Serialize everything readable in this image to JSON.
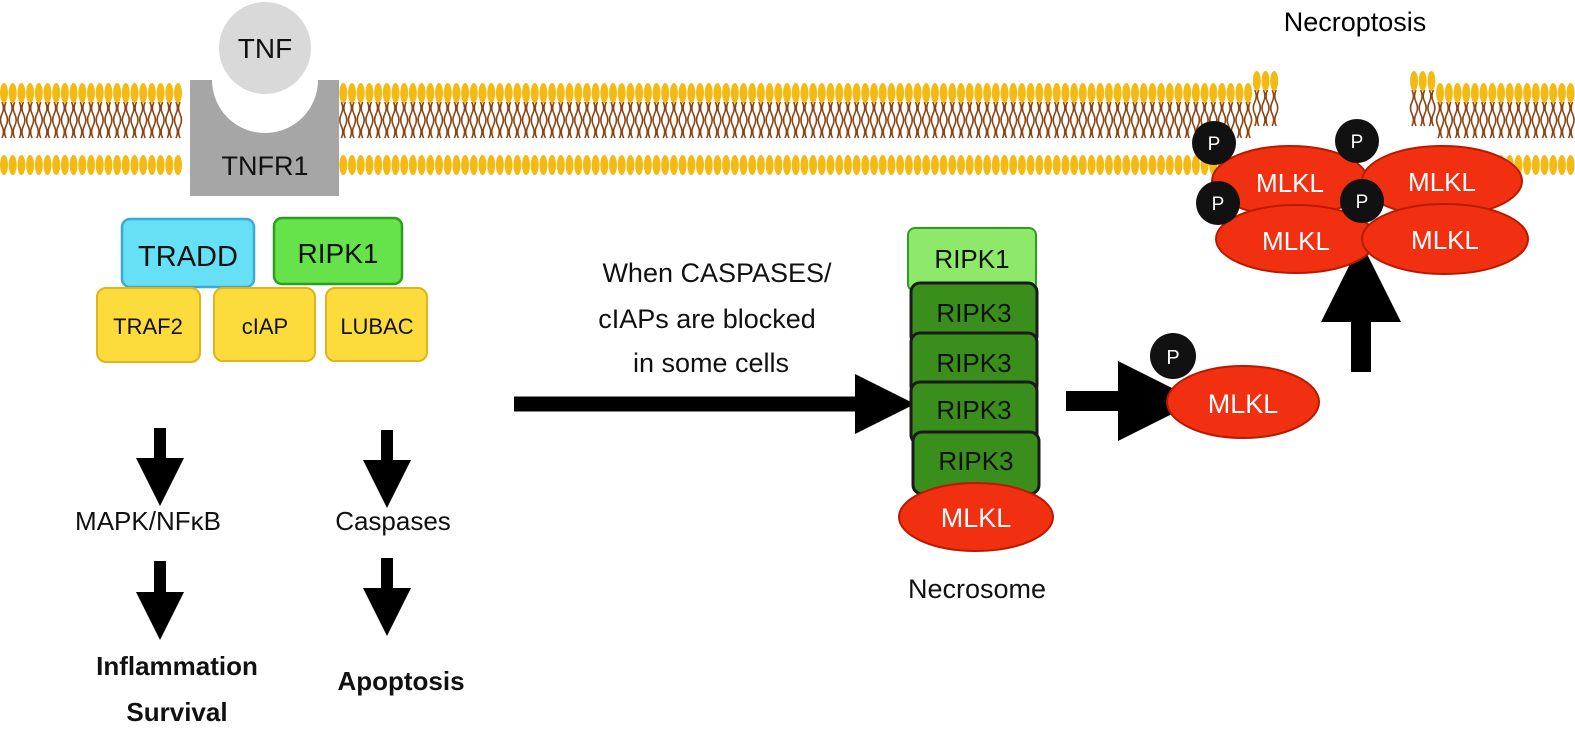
{
  "title": "Necroptosis",
  "receptor": {
    "ligand": "TNF",
    "receptor": "TNFR1"
  },
  "complex1": {
    "top": [
      "TRADD",
      "RIPK1"
    ],
    "bottom": [
      "TRAF2",
      "cIAP",
      "LUBAC"
    ]
  },
  "pathways": {
    "left": {
      "step": "MAPK/NFκB",
      "outcome_line1": "Inflammation",
      "outcome_line2": "Survival"
    },
    "right": {
      "step": "Caspases",
      "outcome": "Apoptosis"
    }
  },
  "condition": [
    "When CASPASES/",
    "cIAPs are blocked",
    "in some cells"
  ],
  "necrosome": {
    "label": "Necrosome",
    "ripk1": "RIPK1",
    "ripk3": [
      "RIPK3",
      "RIPK3",
      "RIPK3",
      "RIPK3"
    ],
    "mlkl": "MLKL"
  },
  "phospho": {
    "symbol": "P",
    "mlkl": "MLKL"
  },
  "oligomer": [
    "MLKL",
    "MLKL",
    "MLKL",
    "MLKL"
  ],
  "colors": {
    "membrane_head": "#f5b914",
    "membrane_tail": "#8b4513",
    "tnf": "#d9d9d9",
    "tnfr1": "#a6a6a6",
    "tradd_fill": "#66e0f5",
    "tradd_stroke": "#3aa8d8",
    "ripk1_fill": "#66e24a",
    "ripk1_stroke": "#2e9e20",
    "adaptor_fill": "#fbdc3c",
    "adaptor_stroke": "#e0b41a",
    "ripk3_fill": "#3a8f1c",
    "mlkl": "#f03010",
    "phospho": "#111111"
  }
}
